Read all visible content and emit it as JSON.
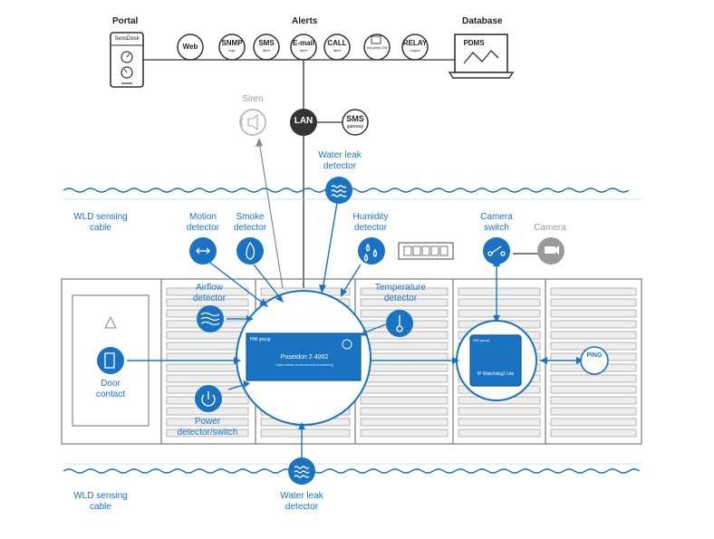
{
  "top": {
    "portal": "Portal",
    "alerts": "Alerts",
    "database": "Database",
    "sensdesk": "SensDesk",
    "pdms": "PDMS",
    "alert_icons": [
      {
        "main": "Web",
        "sub": ""
      },
      {
        "main": "SNMP",
        "sub": "trap"
      },
      {
        "main": "SMS",
        "sub": "alert"
      },
      {
        "main": "E-mail",
        "sub": "alert"
      },
      {
        "main": "CALL",
        "sub": "alert"
      },
      {
        "main": "",
        "sub": "3rd party SW"
      },
      {
        "main": "RELAY",
        "sub": "output"
      }
    ]
  },
  "network": {
    "siren": "Siren",
    "lan": "LAN",
    "sms_gateway": "SMS",
    "sms_gateway_sub": "gateway"
  },
  "sensors": {
    "water_leak_top": [
      "Water leak",
      "detector"
    ],
    "wld_top": [
      "WLD sensing",
      "cable"
    ],
    "motion": [
      "Motion",
      "detector"
    ],
    "smoke": [
      "Smoke",
      "detector"
    ],
    "humidity": [
      "Humidity",
      "detector"
    ],
    "camera_switch": [
      "Camera",
      "switch"
    ],
    "camera": "Camera",
    "airflow": [
      "Airflow",
      "detector"
    ],
    "temperature": [
      "Temperature",
      "detector"
    ],
    "door": [
      "Door",
      "contact"
    ],
    "power": [
      "Power",
      "detector/switch"
    ],
    "water_leak_bottom": [
      "Water leak",
      "detector"
    ],
    "wld_bottom": [
      "WLD sensing",
      "cable"
    ]
  },
  "devices": {
    "poseidon_brand": "HW group",
    "poseidon_name": "Poseidon 2 4002",
    "poseidon_sub": "Data center environment monitoring",
    "watchdog_brand": "HW group",
    "watchdog_name": "IP Watchdog2 Lite",
    "ping": "PING"
  },
  "colors": {
    "accent": "#1a73c2",
    "dark": "#333333",
    "grey": "#9a9a9a",
    "rack_line": "#8a8a8a"
  }
}
